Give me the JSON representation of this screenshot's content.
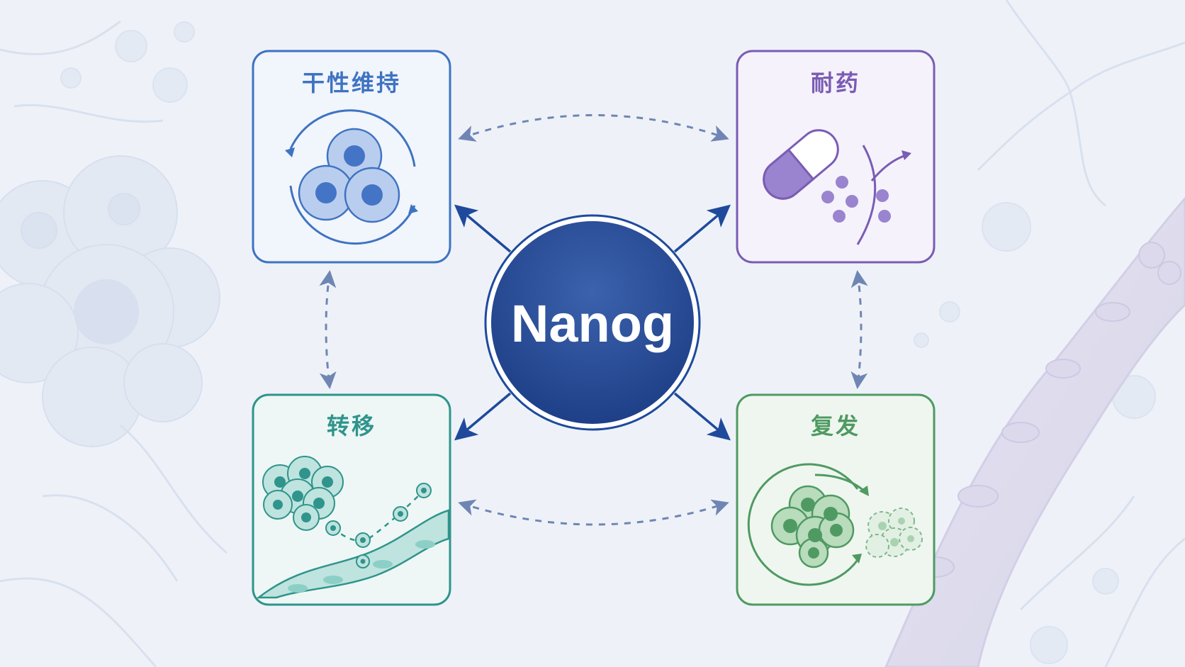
{
  "hub": {
    "label": "Nanog",
    "color": "#22468f"
  },
  "cards": {
    "stemness": {
      "title": "干性维持",
      "color": "#3f73c2"
    },
    "resistance": {
      "title": "耐药",
      "color": "#7a5cb4"
    },
    "metastasis": {
      "title": "转移",
      "color": "#2f948c"
    },
    "relapse": {
      "title": "复发",
      "color": "#4f9a62"
    }
  },
  "colors": {
    "background": "#eef2f8",
    "arrow": "#1f4a9c",
    "dashed_link": "#6f86b4"
  },
  "icons": {
    "stemness": "self-renewing-cell-cluster-icon",
    "resistance": "capsule-drug-efflux-icon",
    "metastasis": "migrating-cells-vessel-icon",
    "relapse": "regrowing-tumor-cycle-icon"
  }
}
